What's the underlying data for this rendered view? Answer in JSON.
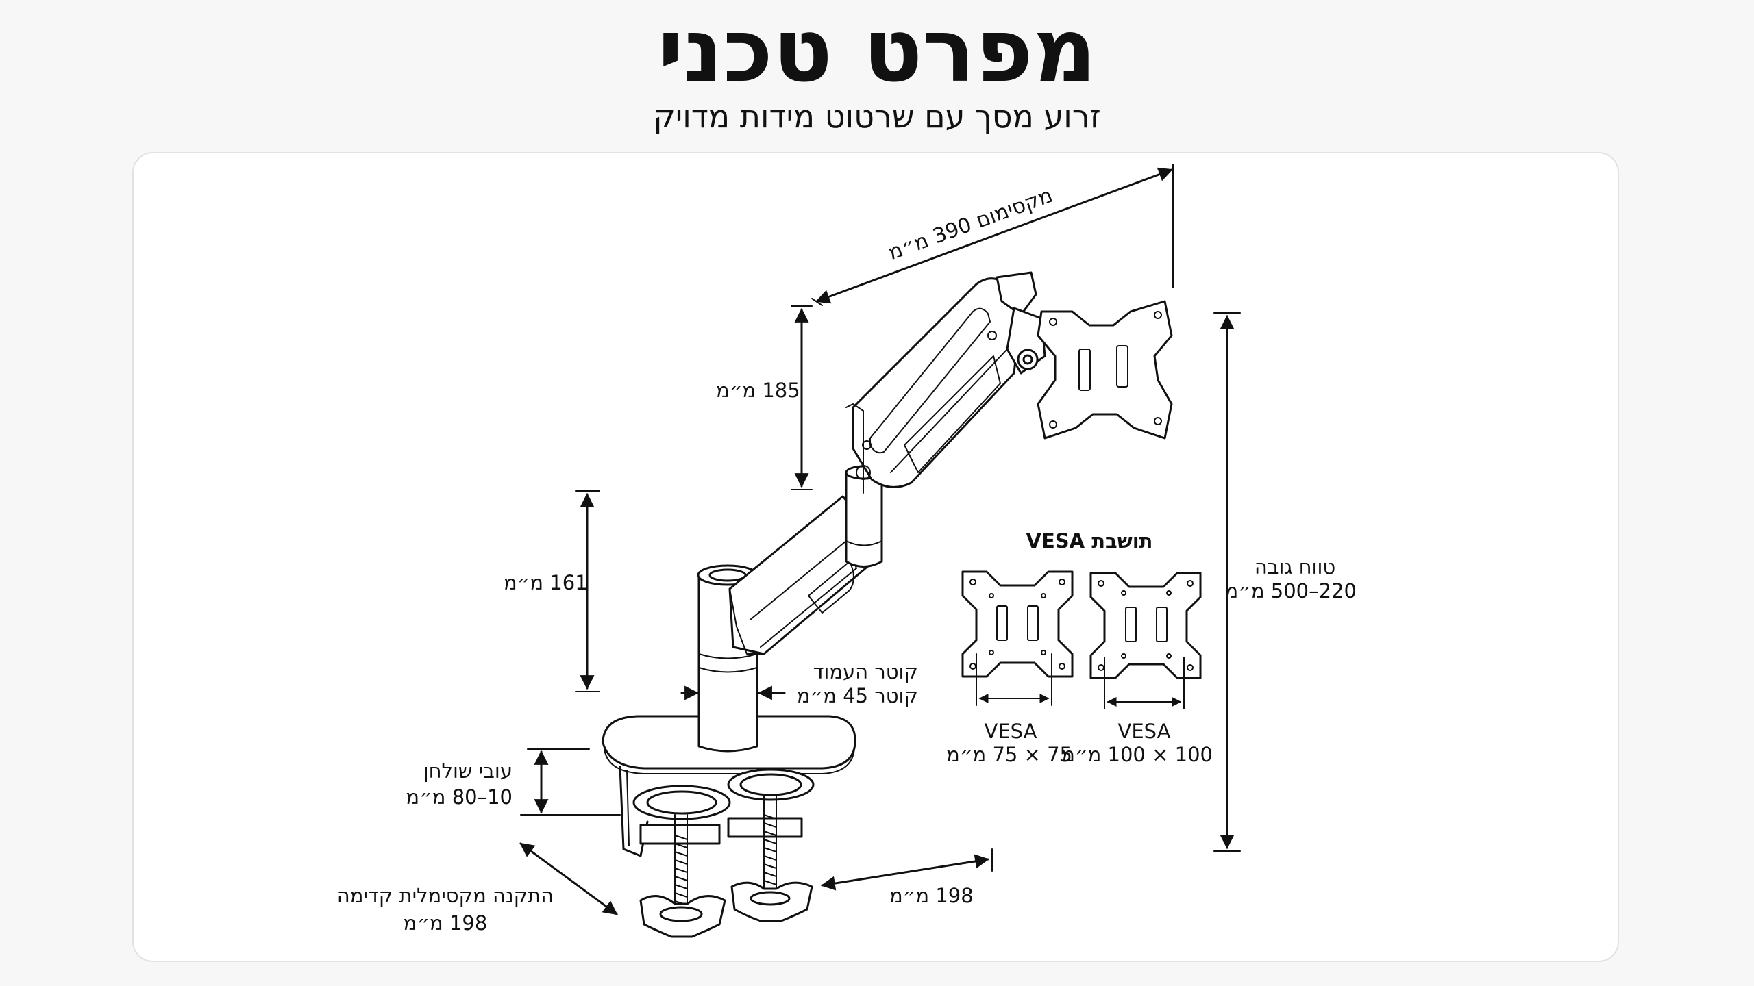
{
  "header": {
    "title": "מפרט טכני",
    "subtitle": "זרוע מסך עם שרטוט מידות מדויק"
  },
  "dimensions": {
    "max_reach": "מקסימום 390 מ״מ",
    "upper_arm_height": "185 מ״מ",
    "lower_arm_height": "161 מ״מ",
    "pole_diameter_title": "קוטר העמוד",
    "pole_diameter_value": "קוטר 45 מ״מ",
    "desk_thickness_title": "עובי שולחן",
    "desk_thickness_value": "10–80 מ״מ",
    "max_front_mount_title": "התקנה מקסימלית קדימה",
    "max_front_mount_value": "198 מ״מ",
    "clamp_depth": "198 מ״מ",
    "height_range_title": "טווח גובה",
    "height_range_value": "220–500 מ״מ"
  },
  "vesa": {
    "title": "תושבת VESA",
    "small_label": "VESA",
    "small_size": "75 × 75 מ״מ",
    "large_label": "VESA",
    "large_size": "100 × 100 מ״מ"
  }
}
